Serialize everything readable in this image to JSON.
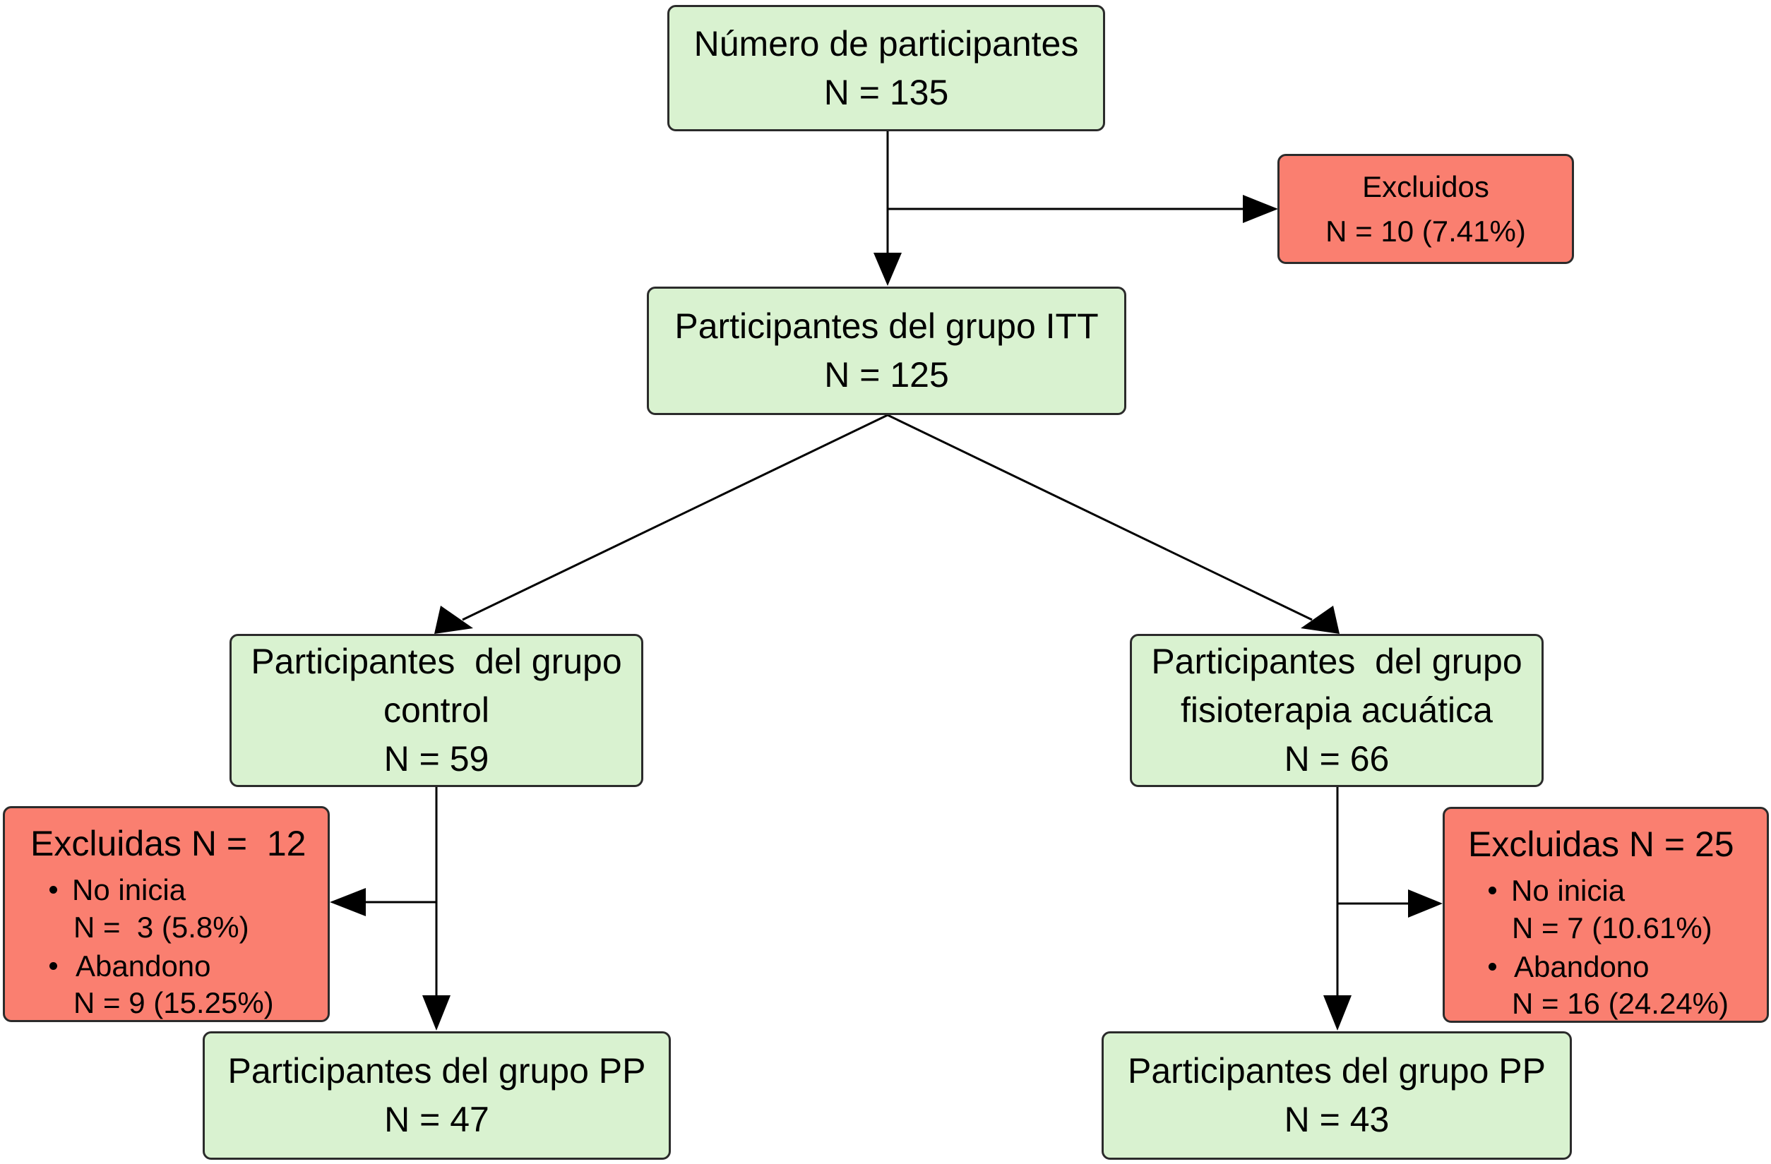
{
  "flowchart": {
    "colors": {
      "included": "#d9f2d0",
      "excluded": "#fa7f70",
      "border": "#2b2b2b",
      "connector": "#000000"
    },
    "start": {
      "title": "Número de participantes",
      "count": "N = 135"
    },
    "initial_exclusion": {
      "title": "Excluidos",
      "count": "N = 10 (7.41%)"
    },
    "itt": {
      "title": "Participantes del grupo ITT",
      "count": "N = 125"
    },
    "control": {
      "title_line1": "Participantes  del grupo",
      "title_line2": "control",
      "count": "N = 59",
      "excluded": {
        "title": "Excluidas N =  12",
        "items": [
          {
            "label": "No inicia",
            "count": "N =  3 (5.8%)"
          },
          {
            "label": "Abandono",
            "count": "N = 9 (15.25%)"
          }
        ]
      },
      "pp": {
        "title": "Participantes del grupo PP",
        "count": "N = 47"
      }
    },
    "aquatic": {
      "title_line1": "Participantes  del grupo",
      "title_line2": "fisioterapia acuática",
      "count": "N = 66",
      "excluded": {
        "title": "Excluidas N = 25",
        "items": [
          {
            "label": "No inicia",
            "count": "N = 7 (10.61%)"
          },
          {
            "label": "Abandono",
            "count": "N = 16 (24.24%)"
          }
        ]
      },
      "pp": {
        "title": "Participantes del grupo PP",
        "count": "N = 43"
      }
    }
  }
}
